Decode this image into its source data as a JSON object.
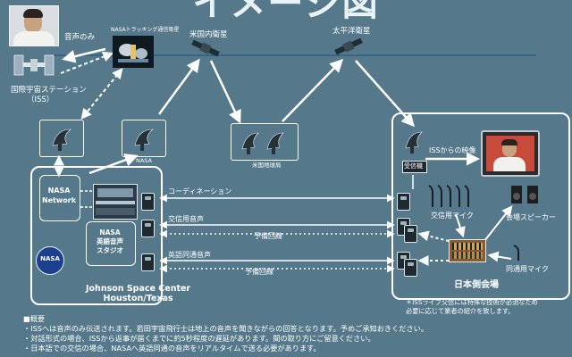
{
  "title": "イメージ図",
  "labels": {
    "voice_only": "音声のみ",
    "nasa_tdrs": "NASAトラッキング通信衛星",
    "us_domestic_sat": "米国内衛星",
    "pacific_sat": "太平洋衛星",
    "iss": "国際宇宙ステーション",
    "iss_abbr": "（ISS）",
    "nasa_dish": "NASA",
    "us_ground": "米国地球局",
    "nasa_network": "NASA\nNetwork",
    "nasa_studio": "NASA\n英語音声\nスタジオ",
    "jsc": "Johnson Space Center\nHouston/Texas",
    "nasa_logo": "NASA",
    "iss_video": "ISSからの映像",
    "receiver": "受信機",
    "coordination": "コーディネーション",
    "comm_audio": "交信用音声",
    "backup_line_1": "予備回線",
    "english_audio": "英語同通音声",
    "backup_line_2": "予備回線",
    "comm_mic": "交信用マイク",
    "venue_speaker": "会場スピーカー",
    "interp_mic": "同通用マイク",
    "japan_venue": "日本側会場",
    "caution": "＊ISSライブ交信には特殊な技術が必須なため\n必要に応じて業者の紹介を致します。"
  },
  "notes": {
    "heading": "■概要",
    "items": [
      "・ISSへは音声のみ伝送されます。若田宇宙飛行士は地上の音声を聞きながらの回答となります。予めご承知おきください。",
      "・対話形式の場合、ISSから返事が届くまでに約5秒程度の遅延があります。間の取り方にご留意ください。",
      "・日本語での交信の場合、NASAへ英語同通の音声をリアルタイムで送る必要があります。"
    ]
  },
  "colors": {
    "background": "#55798b",
    "line": "#ffffff",
    "orbit": "#2d5d8a"
  }
}
